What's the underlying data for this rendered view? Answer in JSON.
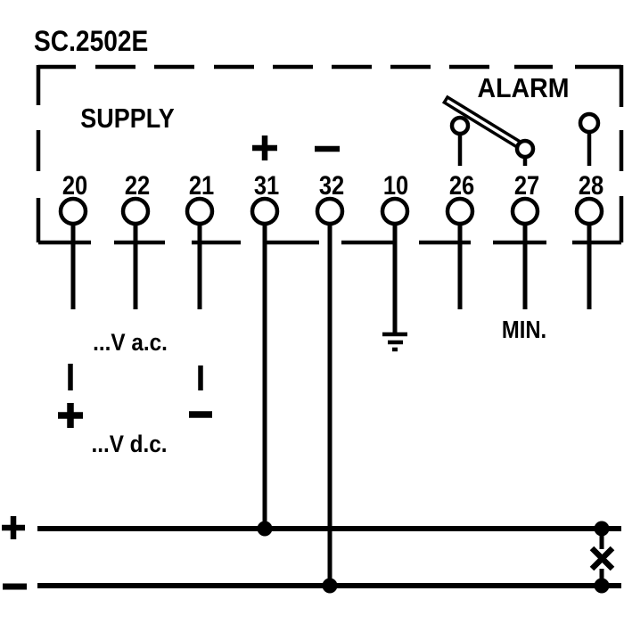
{
  "title": "SC.2502E",
  "colors": {
    "ink": "#000000",
    "background": "#ffffff"
  },
  "device_box": {
    "supply_label": "SUPPLY",
    "alarm_label": "ALARM",
    "min_label": "MIN.",
    "terminals": [
      {
        "number": "20",
        "group": "supply"
      },
      {
        "number": "22",
        "group": "supply"
      },
      {
        "number": "21",
        "group": "supply"
      },
      {
        "number": "31",
        "group": "measuring-input",
        "polarity": "+"
      },
      {
        "number": "32",
        "group": "measuring-input",
        "polarity": "-"
      },
      {
        "number": "10",
        "group": "earth"
      },
      {
        "number": "26",
        "group": "alarm-relay"
      },
      {
        "number": "27",
        "group": "alarm-relay"
      },
      {
        "number": "28",
        "group": "alarm-relay"
      }
    ]
  },
  "annotations": {
    "ac_voltage_label": "...V a.c.",
    "dc_voltage_label": "...V d.c.",
    "dc_plus_symbol": "+",
    "dc_minus_symbol": "-",
    "input_plus_symbol": "+",
    "input_minus_symbol": "-",
    "bus_plus_symbol": "+",
    "bus_minus_symbol": "-",
    "load_cross_symbol": "x",
    "earth_ground_symbol": "earth-ground"
  }
}
